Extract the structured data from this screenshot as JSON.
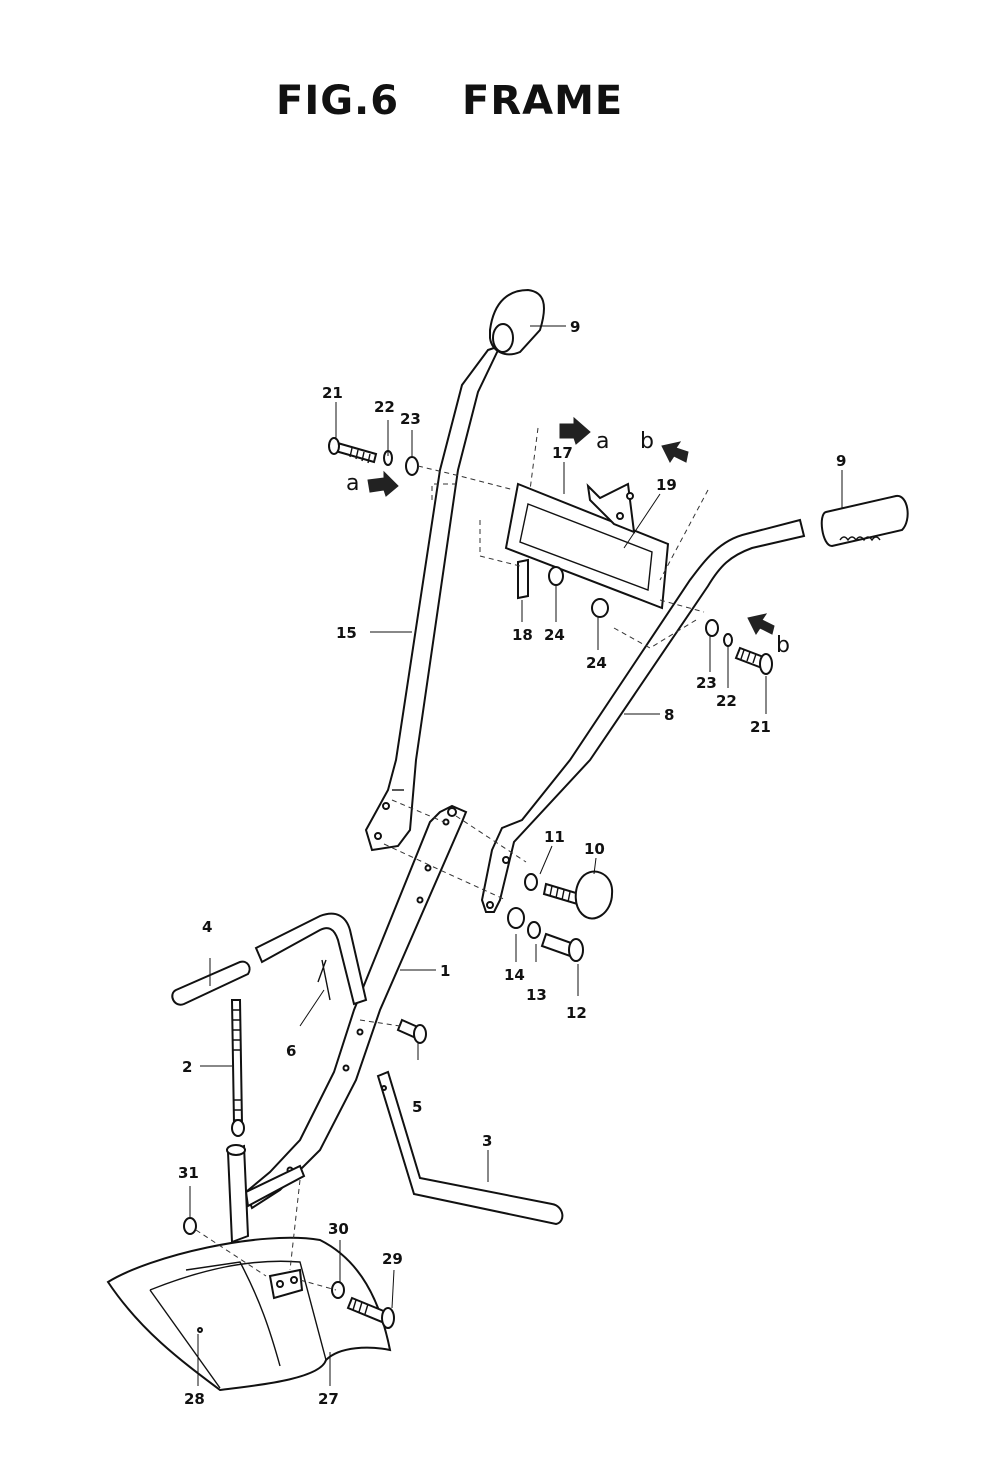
{
  "figure": {
    "number": "FIG.6",
    "name": "FRAME"
  },
  "callouts": {
    "p1": "1",
    "p2": "2",
    "p3": "3",
    "p4": "4",
    "p5": "5",
    "p6": "6",
    "p8": "8",
    "p9a": "9",
    "p9b": "9",
    "p10": "10",
    "p11": "11",
    "p12": "12",
    "p13": "13",
    "p14": "14",
    "p15": "15",
    "p17": "17",
    "p18": "18",
    "p19": "19",
    "p21a": "21",
    "p21b": "21",
    "p22a": "22",
    "p22b": "22",
    "p23a": "23",
    "p23b": "23",
    "p24a": "24",
    "p24b": "24",
    "p27": "27",
    "p28": "28",
    "p29": "29",
    "p30": "30",
    "p31": "31"
  },
  "markers": {
    "a_left": "a",
    "a_right": "a",
    "b_top": "b",
    "b_right": "b"
  }
}
